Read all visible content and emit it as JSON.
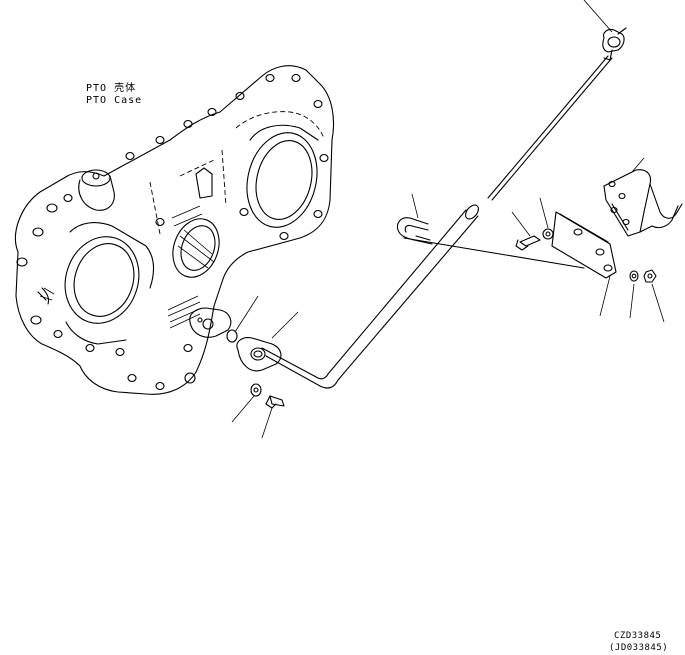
{
  "labels": {
    "case_chinese": "PTO 壳体",
    "case_english": "PTO Case"
  },
  "figure_codes": {
    "primary": "CZD33845",
    "secondary": "(JD033845)"
  }
}
